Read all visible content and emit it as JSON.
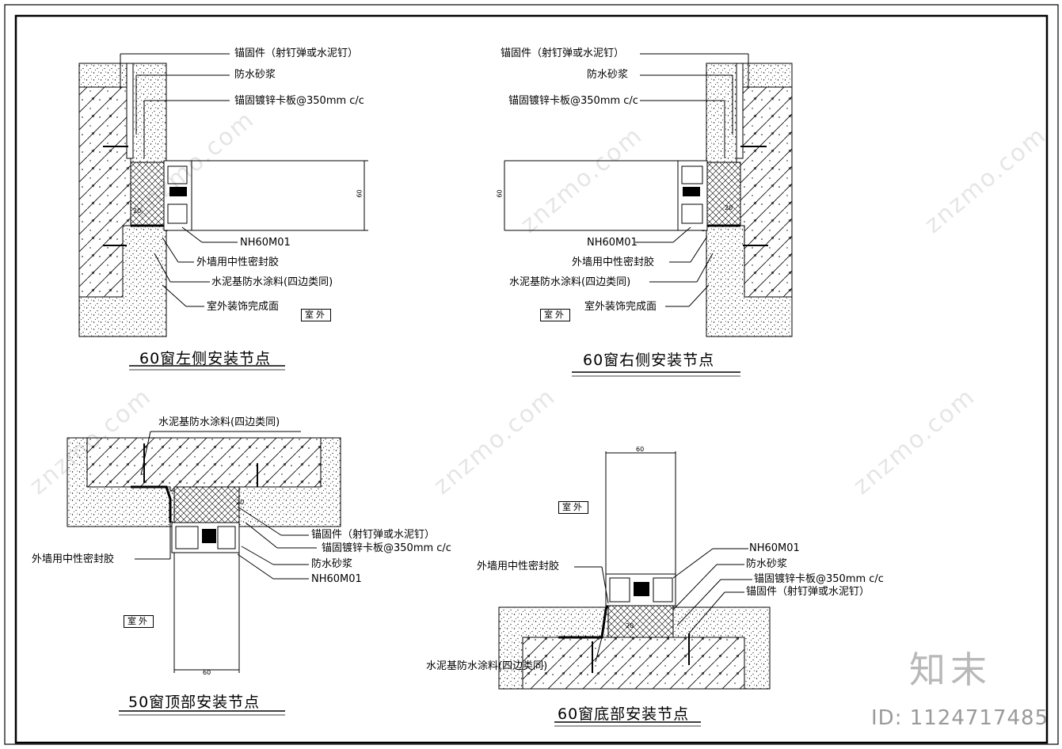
{
  "colors": {
    "line": "#000000",
    "watermark": "#b8b8b8"
  },
  "watermark": {
    "logo": "知末",
    "id": "ID: 1124717485",
    "site": "znzmo.com"
  },
  "panels": {
    "left": {
      "title": "60窗左侧安装节点",
      "labels": [
        "锚固件（射钉弹或水泥钉）",
        "防水砂浆",
        "锚固镀锌卡板@350mm c/c",
        "NH60M01",
        "外墙用中性密封胶",
        "水泥基防水涂料(四边类同)",
        "室外装饰完成面"
      ],
      "box": "室外",
      "dim": "60",
      "dim2": "20"
    },
    "right": {
      "title": "60窗右侧安装节点",
      "labels": [
        "锚固件（射钉弹或水泥钉）",
        "防水砂浆",
        "锚固镀锌卡板@350mm c/c",
        "NH60M01",
        "外墙用中性密封胶",
        "水泥基防水涂料(四边类同)",
        "室外装饰完成面"
      ],
      "box": "室外",
      "dim": "60",
      "dim2": "20"
    },
    "top": {
      "title": "50窗顶部安装节点",
      "labels": [
        "水泥基防水涂料(四边类同)",
        "锚固件（射钉弹或水泥钉）",
        "锚固镀锌卡板@350mm c/c",
        "防水砂浆",
        "NH60M01",
        "外墙用中性密封胶"
      ],
      "box": "室外",
      "dim": "60",
      "dim2": "20"
    },
    "bottom": {
      "title": "60窗底部安装节点",
      "labels": [
        "NH60M01",
        "防水砂浆",
        "锚固镀锌卡板@350mm c/c",
        "锚固件（射钉弹或水泥钉）",
        "外墙用中性密封胶",
        "水泥基防水涂料(四边类同)"
      ],
      "box": "室外",
      "dim": "60",
      "dim2": "20"
    }
  }
}
